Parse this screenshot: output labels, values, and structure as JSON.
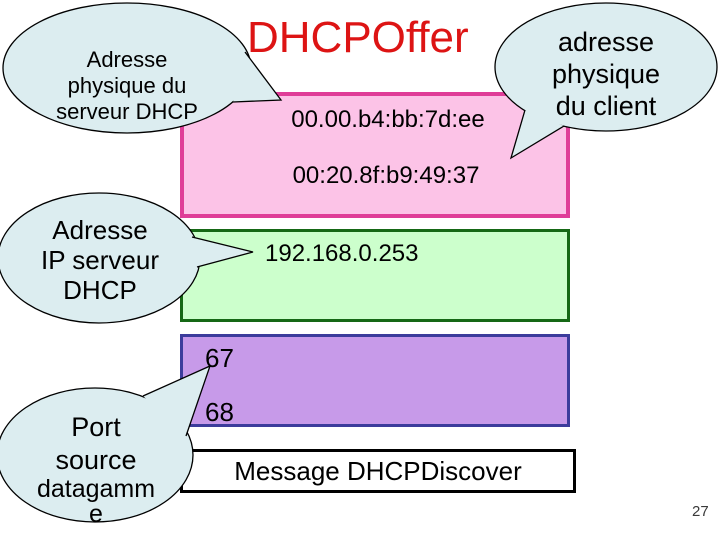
{
  "slide": {
    "title": "DHCPOffer",
    "page_number": "27",
    "mac_box": {
      "server_mac": "00.00.b4:bb:7d:ee",
      "client_mac": "00:20.8f:b9:49:37"
    },
    "ip_box": {
      "server_ip": "192.168.0.253"
    },
    "port_box": {
      "dest_port": "67",
      "source_port": "68"
    },
    "message_box": {
      "label": "Message DHCPDiscover"
    },
    "callouts": {
      "server_mac": {
        "lines": [
          "Adresse",
          "physique du",
          "serveur DHCP"
        ]
      },
      "client_mac": {
        "lines": [
          "adresse",
          "physique",
          "du client"
        ]
      },
      "server_ip": {
        "lines": [
          "Adresse",
          "IP serveur",
          "DHCP"
        ]
      },
      "source_port": {
        "lines": [
          "Port",
          "source",
          "datagamm",
          "e"
        ]
      }
    },
    "colors": {
      "title_red": "#dd1414",
      "mac_box_fill": "#fcc3e7",
      "mac_box_border": "#df3d98",
      "ip_box_fill": "#ccffcc",
      "ip_box_border": "#156815",
      "port_box_fill": "#c79ae9",
      "port_box_border": "#3c3c9c",
      "message_box_border": "#000000",
      "callout_fill": "#dcedf0",
      "callout_border": "#000000"
    }
  }
}
